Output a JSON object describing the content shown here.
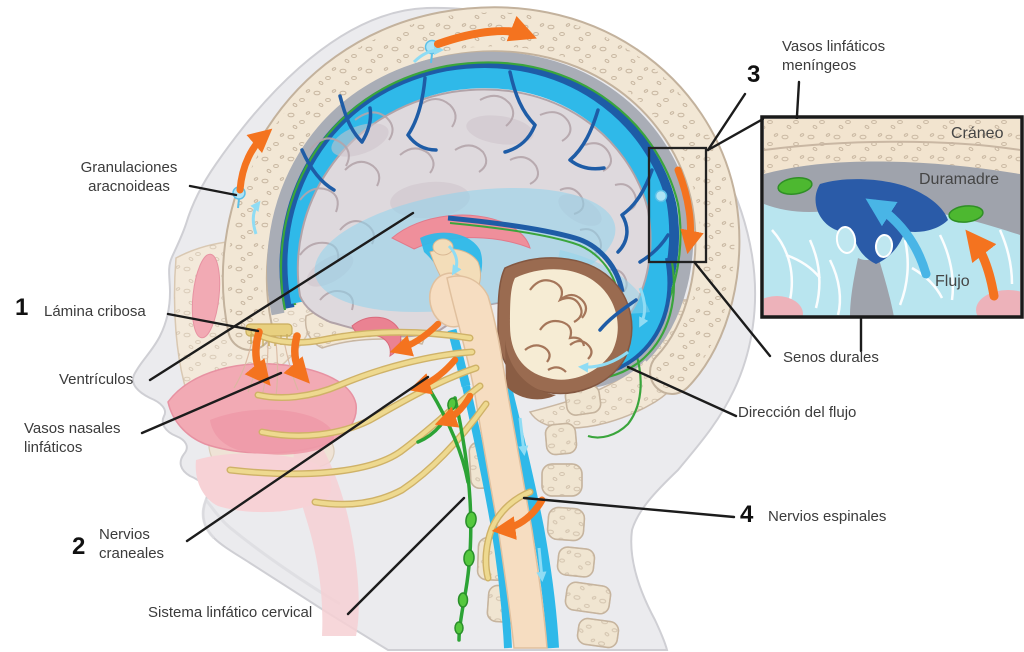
{
  "diagram": {
    "labels": {
      "granulaciones": "Granulaciones aracnoideas",
      "lamina": "Lámina cribosa",
      "ventriculos": "Ventrículos",
      "vasos_nasales": "Vasos nasales linfáticos",
      "nervios_craneales": "Nervios craneales",
      "sistema_linfatico": "Sistema linfático cervical",
      "vasos_meningeos": "Vasos linfáticos meníngeos",
      "senos_durales": "Senos durales",
      "direccion_flujo": "Dirección del flujo",
      "nervios_espinales": "Nervios espinales"
    },
    "numbers": {
      "n1": "1",
      "n2": "2",
      "n3": "3",
      "n4": "4"
    },
    "inset": {
      "craneo": "Cráneo",
      "duramadre": "Duramadre",
      "flujo": "Flujo"
    },
    "colors": {
      "csf_cyan": "#2fb9e9",
      "sinus_blue": "#1e5ca6",
      "lymph_green": "#3aa53c",
      "flow_orange": "#f4731f",
      "bone_beige": "#f2e7d5",
      "dura_gray": "#a9adb6",
      "brain_gray": "#ded9dd",
      "nerve_yellow": "#ecd68c",
      "node_green": "#55c83e",
      "nasal_pink": "#f2aab4"
    }
  }
}
